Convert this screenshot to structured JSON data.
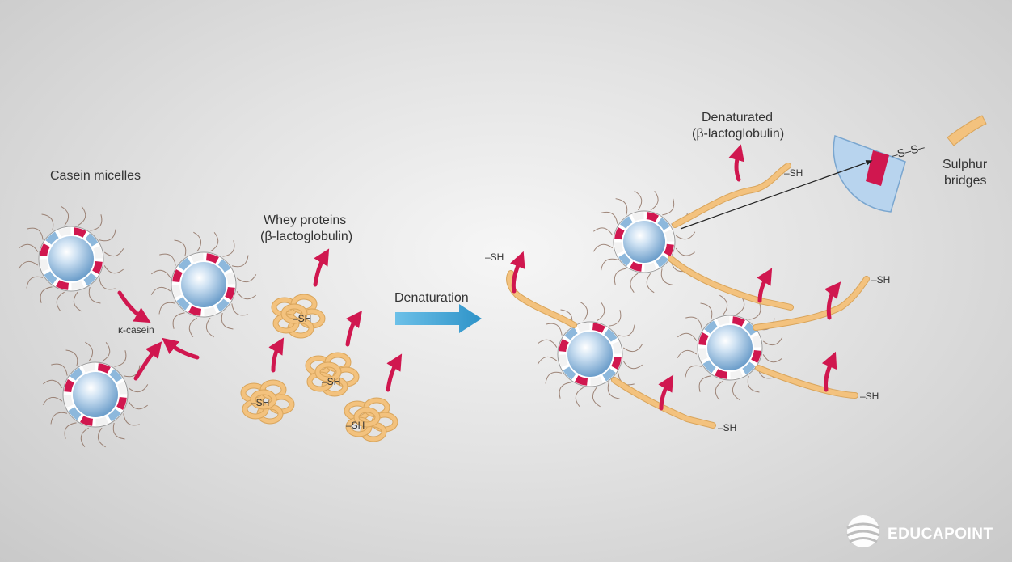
{
  "labels": {
    "casein_micelles": "Casein micelles",
    "kappa_casein": "κ-casein",
    "whey_line1": "Whey proteins",
    "whey_line2": "(β-lactoglobulin)",
    "denaturation": "Denaturation",
    "denaturated_line1": "Denaturated",
    "denaturated_line2": "(β-lactoglobulin)",
    "sulphur_line1": "Sulphur",
    "sulphur_line2": "bridges",
    "ss_bond": "–S–S–",
    "sh": "–SH"
  },
  "brand": {
    "name_prefix": "Educa",
    "name_suffix": "Point"
  },
  "colors": {
    "micelle_red": "#d0174f",
    "micelle_blue": "#8db8dc",
    "micelle_core": "#a8cbea",
    "protein": "#f3c27e",
    "arrow_red": "#d0174f",
    "arrow_blue": "#3ea4d6"
  }
}
